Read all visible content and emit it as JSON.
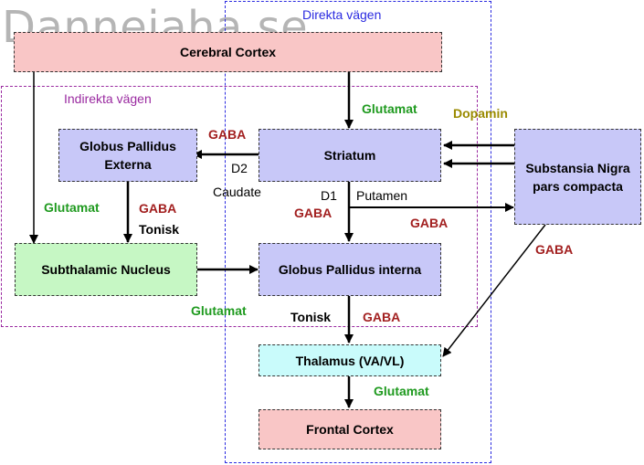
{
  "watermark": "Dannejaha.se",
  "regions": {
    "direct": "Direkta vägen",
    "indirect": "Indirekta vägen"
  },
  "nodes": {
    "cerebral_cortex": "Cerebral Cortex",
    "striatum": "Striatum",
    "gpe": "Globus Pallidus Externa",
    "snc": "Substansia Nigra pars compacta",
    "stn": "Subthalamic Nucleus",
    "gpi": "Globus Pallidus interna",
    "thalamus": "Thalamus (VA/VL)",
    "frontal_cortex": "Frontal Cortex"
  },
  "labels": {
    "glutamat_cortex_striatum": "Glutamat",
    "dopamin": "Dopamin",
    "gaba_striatum_gpe": "GABA",
    "d2": "D2",
    "caudate": "Caudate",
    "d1": "D1",
    "putamen": "Putamen",
    "gaba_d1": "GABA",
    "gaba_putamen_snc": "GABA",
    "gaba_gpe_stn": "GABA",
    "tonisk_gpe_stn": "Tonisk",
    "glutamat_cortex_stn": "Glutamat",
    "gaba_snc_thalamus": "GABA",
    "glutamat_stn_gpi": "Glutamat",
    "tonisk_gpi_thalamus": "Tonisk",
    "gaba_gpi_thalamus": "GABA",
    "glutamat_thalamus_frontal": "Glutamat"
  },
  "colors": {
    "cortex_fill": "#f9c6c6",
    "nucleus_fill": "#c8c8f8",
    "stn_fill": "#c6f7c4",
    "thalamus_fill": "#c9fbfb",
    "direct_border": "#2a2ae0",
    "indirect_border": "#9a2aa0",
    "direct_label": "#2a2ae0",
    "indirect_label": "#9a2aa0",
    "glutamat": "#1f9a1f",
    "gaba": "#a21f1f",
    "dopamin": "#9a8a00"
  }
}
